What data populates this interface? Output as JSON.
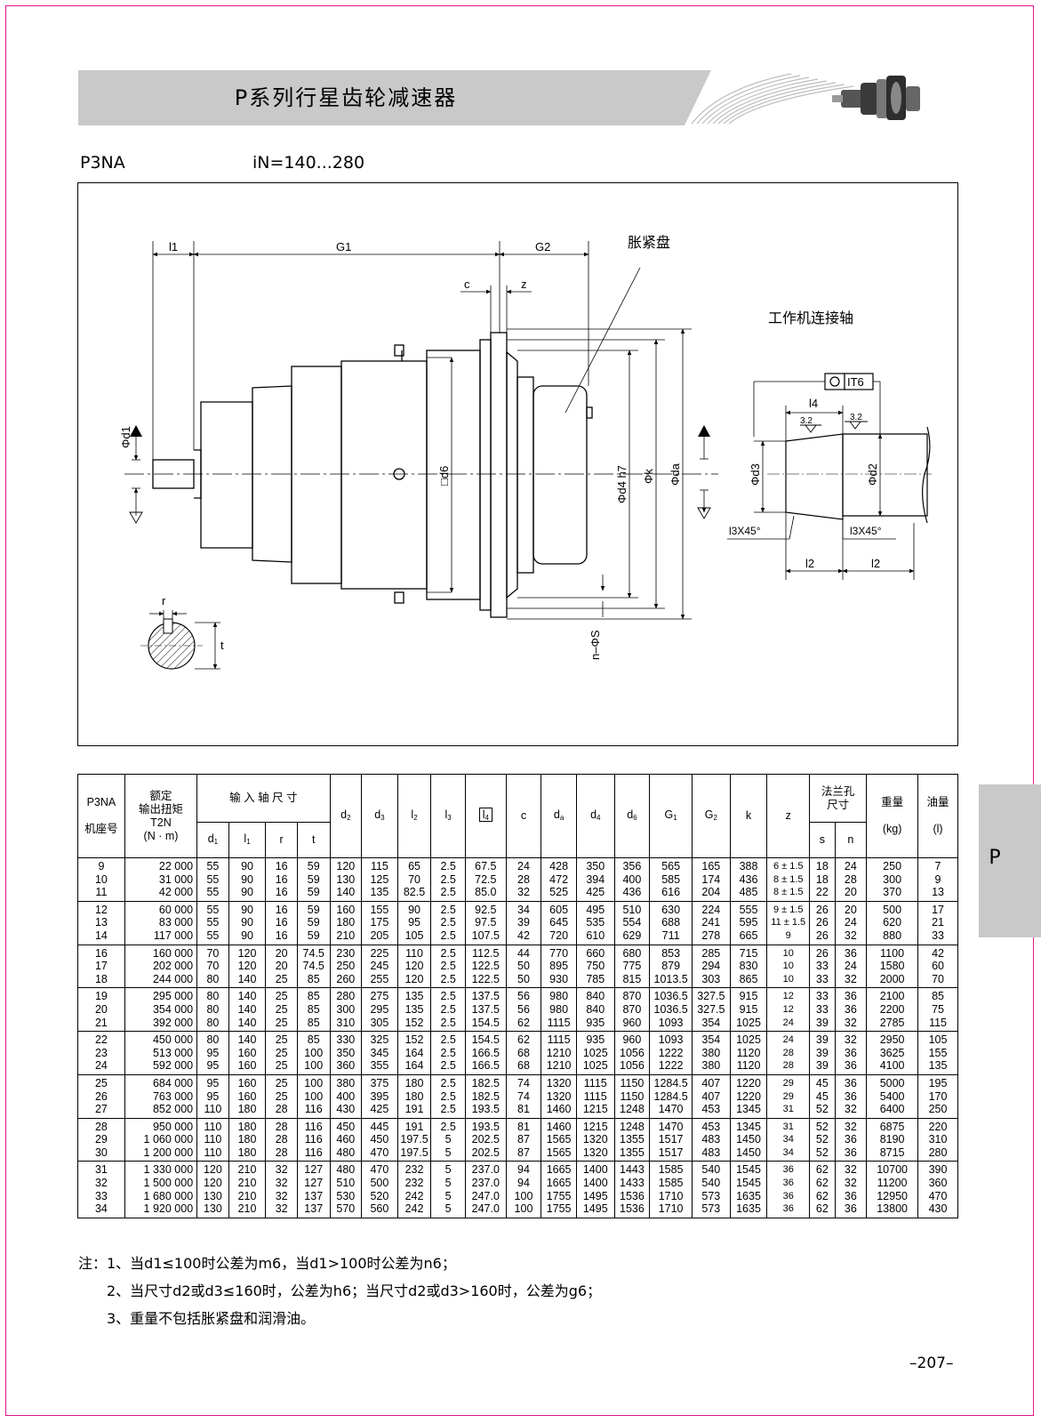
{
  "header": {
    "title": "P系列行星齿轮减速器",
    "side_letter": "P",
    "page_number": "–207–"
  },
  "model": {
    "name": "P3NA",
    "ratio": "iN=140...280"
  },
  "drawing": {
    "labels": {
      "l1": "l1",
      "G1": "G1",
      "G2": "G2",
      "c": "c",
      "z": "z",
      "disc": "胀紧盘",
      "shaft_title": "工作机连接轴",
      "it6": "IT6",
      "l4": "l4",
      "r32a": "3.2",
      "r32b": "3.2",
      "d1": "Φd1",
      "d6": "□d6",
      "d4": "Φd4 h7",
      "k": "Φk",
      "da": "Φda",
      "d3": "Φd3",
      "d2": "Φd2",
      "l3a": "l3X45°",
      "l3b": "l3X45°",
      "l2a": "l2",
      "l2b": "l2",
      "nS": "n–ΦS",
      "r": "r",
      "t": "t"
    }
  },
  "table": {
    "headers": {
      "model": "P3NA",
      "seat": "机座号",
      "torque1": "额定",
      "torque2": "输出扭矩",
      "torque3": "T2N",
      "torque4": "(N · m)",
      "input_group": "输 入 轴 尺 寸",
      "d1": "d",
      "l1": "l",
      "r": "r",
      "t": "t",
      "d2": "d",
      "d3": "d",
      "l2": "l",
      "l3": "l",
      "l4": "l",
      "c": "c",
      "da": "d",
      "d4": "d",
      "d6": "d",
      "G1": "G",
      "G2": "G",
      "k": "k",
      "z": "z",
      "flange1": "法兰孔",
      "flange2": "尺寸",
      "s": "s",
      "n": "n",
      "weight": "重量",
      "weight_unit": "(kg)",
      "oil": "油量",
      "oil_unit": "(l)",
      "sub_d1": "1",
      "sub_l1": "1",
      "sub_d2": "2",
      "sub_d3": "3",
      "sub_l2": "2",
      "sub_l3": "3",
      "sub_l4": "4",
      "sub_da": "a",
      "sub_d4": "4",
      "sub_d6": "6",
      "sub_G1": "1",
      "sub_G2": "2"
    },
    "groups": [
      {
        "size": "9\n10\n11",
        "torque": "22 000\n31 000\n42 000",
        "d1": "55\n55\n55",
        "l1": "90\n90\n90",
        "r": "16\n16\n16",
        "t": "59\n59\n59",
        "d2": "120\n130\n140",
        "d3": "115\n125\n135",
        "l2": "65\n70\n82.5",
        "l3": "2.5\n2.5\n2.5",
        "l4": "67.5\n72.5\n85.0",
        "c": "24\n28\n32",
        "da": "428\n472\n525",
        "d4": "350\n394\n425",
        "d6": "356\n400\n436",
        "G1": "565\n585\n616",
        "G2": "165\n174\n204",
        "k": "388\n436\n485",
        "z": "6 ± 1.5\n8 ± 1.5\n8 ± 1.5",
        "s": "18\n18\n22",
        "n": "24\n28\n20",
        "weight": "250\n300\n370",
        "oil": "7\n9\n13"
      },
      {
        "size": "12\n13\n14",
        "torque": "60 000\n83 000\n117 000",
        "d1": "55\n55\n55",
        "l1": "90\n90\n90",
        "r": "16\n16\n16",
        "t": "59\n59\n59",
        "d2": "160\n180\n210",
        "d3": "155\n175\n205",
        "l2": "90\n95\n105",
        "l3": "2.5\n2.5\n2.5",
        "l4": "92.5\n97.5\n107.5",
        "c": "34\n39\n42",
        "da": "605\n645\n720",
        "d4": "495\n535\n610",
        "d6": "510\n554\n629",
        "G1": "630\n688\n711",
        "G2": "224\n241\n278",
        "k": "555\n595\n665",
        "z": "9 ± 1.5\n11 ± 1.5\n9",
        "s": "26\n26\n26",
        "n": "20\n24\n32",
        "weight": "500\n620\n880",
        "oil": "17\n21\n33"
      },
      {
        "size": "16\n17\n18",
        "torque": "160 000\n202 000\n244 000",
        "d1": "70\n70\n80",
        "l1": "120\n120\n140",
        "r": "20\n20\n25",
        "t": "74.5\n74.5\n85",
        "d2": "230\n250\n260",
        "d3": "225\n245\n255",
        "l2": "110\n120\n120",
        "l3": "2.5\n2.5\n2.5",
        "l4": "112.5\n122.5\n122.5",
        "c": "44\n50\n50",
        "da": "770\n895\n930",
        "d4": "660\n750\n785",
        "d6": "680\n775\n815",
        "G1": "853\n879\n1013.5",
        "G2": "285\n294\n303",
        "k": "715\n830\n865",
        "z": "10\n10\n10",
        "s": "26\n33\n33",
        "n": "36\n24\n32",
        "weight": "1100\n1580\n2000",
        "oil": "42\n60\n70"
      },
      {
        "size": "19\n20\n21",
        "torque": "295 000\n354 000\n392 000",
        "d1": "80\n80\n80",
        "l1": "140\n140\n140",
        "r": "25\n25\n25",
        "t": "85\n85\n85",
        "d2": "280\n300\n310",
        "d3": "275\n295\n305",
        "l2": "135\n135\n152",
        "l3": "2.5\n2.5\n2.5",
        "l4": "137.5\n137.5\n154.5",
        "c": "56\n56\n62",
        "da": "980\n980\n1115",
        "d4": "840\n840\n935",
        "d6": "870\n870\n960",
        "G1": "1036.5\n1036.5\n1093",
        "G2": "327.5\n327.5\n354",
        "k": "915\n915\n1025",
        "z": "12\n12\n24",
        "s": "33\n33\n39",
        "n": "36\n36\n32",
        "weight": "2100\n2200\n2785",
        "oil": "85\n75\n115"
      },
      {
        "size": "22\n23\n24",
        "torque": "450 000\n513 000\n592 000",
        "d1": "80\n95\n95",
        "l1": "140\n160\n160",
        "r": "25\n25\n25",
        "t": "85\n100\n100",
        "d2": "330\n350\n360",
        "d3": "325\n345\n355",
        "l2": "152\n164\n164",
        "l3": "2.5\n2.5\n2.5",
        "l4": "154.5\n166.5\n166.5",
        "c": "62\n68\n68",
        "da": "1115\n1210\n1210",
        "d4": "935\n1025\n1025",
        "d6": "960\n1056\n1056",
        "G1": "1093\n1222\n1222",
        "G2": "354\n380\n380",
        "k": "1025\n1120\n1120",
        "z": "24\n28\n28",
        "s": "39\n39\n39",
        "n": "32\n36\n36",
        "weight": "2950\n3625\n4100",
        "oil": "105\n155\n135"
      },
      {
        "size": "25\n26\n27",
        "torque": "684 000\n763 000\n852 000",
        "d1": "95\n95\n110",
        "l1": "160\n160\n180",
        "r": "25\n25\n28",
        "t": "100\n100\n116",
        "d2": "380\n400\n430",
        "d3": "375\n395\n425",
        "l2": "180\n180\n191",
        "l3": "2.5\n2.5\n2.5",
        "l4": "182.5\n182.5\n193.5",
        "c": "74\n74\n81",
        "da": "1320\n1320\n1460",
        "d4": "1115\n1115\n1215",
        "d6": "1150\n1150\n1248",
        "G1": "1284.5\n1284.5\n1470",
        "G2": "407\n407\n453",
        "k": "1220\n1220\n1345",
        "z": "29\n29\n31",
        "s": "45\n45\n52",
        "n": "36\n36\n32",
        "weight": "5000\n5400\n6400",
        "oil": "195\n170\n250"
      },
      {
        "size": "28\n29\n30",
        "torque": "950 000\n1 060 000\n1 200 000",
        "d1": "110\n110\n110",
        "l1": "180\n180\n180",
        "r": "28\n28\n28",
        "t": "116\n116\n116",
        "d2": "450\n460\n480",
        "d3": "445\n450\n470",
        "l2": "191\n197.5\n197.5",
        "l3": "2.5\n5\n5",
        "l4": "193.5\n202.5\n202.5",
        "c": "81\n87\n87",
        "da": "1460\n1565\n1565",
        "d4": "1215\n1320\n1320",
        "d6": "1248\n1355\n1355",
        "G1": "1470\n1517\n1517",
        "G2": "453\n483\n483",
        "k": "1345\n1450\n1450",
        "z": "31\n34\n34",
        "s": "52\n52\n52",
        "n": "32\n36\n36",
        "weight": "6875\n8190\n8715",
        "oil": "220\n310\n280"
      },
      {
        "size": "31\n32\n33\n34",
        "torque": "1 330 000\n1 500 000\n1 680 000\n1 920 000",
        "d1": "120\n120\n130\n130",
        "l1": "210\n210\n210\n210",
        "r": "32\n32\n32\n32",
        "t": "127\n127\n137\n137",
        "d2": "480\n510\n530\n570",
        "d3": "470\n500\n520\n560",
        "l2": "232\n232\n242\n242",
        "l3": "5\n5\n5\n5",
        "l4": "237.0\n237.0\n247.0\n247.0",
        "c": "94\n94\n100\n100",
        "da": "1665\n1665\n1755\n1755",
        "d4": "1400\n1400\n1495\n1495",
        "d6": "1443\n1433\n1536\n1536",
        "G1": "1585\n1585\n1710\n1710",
        "G2": "540\n540\n573\n573",
        "k": "1545\n1545\n1635\n1635",
        "z": "36\n36\n36\n36",
        "s": "62\n62\n62\n62",
        "n": "32\n32\n36\n36",
        "weight": "10700\n11200\n12950\n13800",
        "oil": "390\n360\n470\n430"
      }
    ]
  },
  "notes": [
    "注：1、当d1≤100时公差为m6，当d1>100时公差为n6；",
    "2、当尺寸d2或d3≤160时，公差为h6；当尺寸d2或d3>160时，公差为g6；",
    "3、重量不包括胀紧盘和润滑油。"
  ]
}
